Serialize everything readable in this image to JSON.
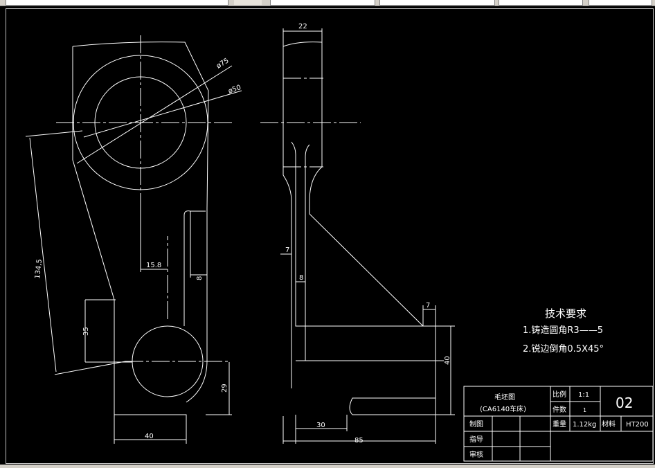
{
  "drawing": {
    "dims": {
      "d75": "ø75",
      "d50": "ø50",
      "len134": "134,5",
      "w15_8": "15.8",
      "w8a": "8",
      "h35": "35",
      "h29": "29",
      "w40": "40",
      "top22": "22",
      "w7a": "7",
      "w8b": "8",
      "w7b": "7",
      "h40": "40",
      "w30": "30",
      "w85": "85"
    },
    "notes": {
      "title": "技术要求",
      "line1": "1.铸造圆角R3——5",
      "line2": "2.锐边倒角0.5X45°"
    },
    "title_block": {
      "name": "毛坯图",
      "part": "(CA6140车床)",
      "scale_label": "比例",
      "scale_value": "1:1",
      "qty_label": "件数",
      "qty_value": "1",
      "drawing_no": "02",
      "drafted": "制图",
      "weight_label": "重量",
      "weight_value": "1.12kg",
      "material_label": "材料",
      "material_value": "HT200",
      "guided": "指导",
      "reviewed": "审核"
    }
  },
  "colors": {
    "background": "#000000",
    "lines": "#ffffff"
  }
}
